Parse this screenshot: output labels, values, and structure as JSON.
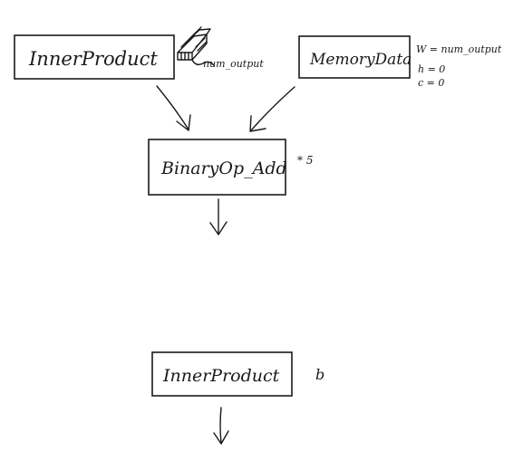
{
  "nodes": {
    "inner_product_top": "InnerProduct",
    "memory_data": "MemoryData",
    "binary_op_add": "BinaryOp_Add",
    "inner_product_bottom": "InnerProduct"
  },
  "annotations": {
    "num_output_label": "num_output",
    "memory_params": [
      "W = num_output",
      "h = 0",
      "c = 0"
    ],
    "binary_op_note": "* 5",
    "bottom_note": "b"
  }
}
